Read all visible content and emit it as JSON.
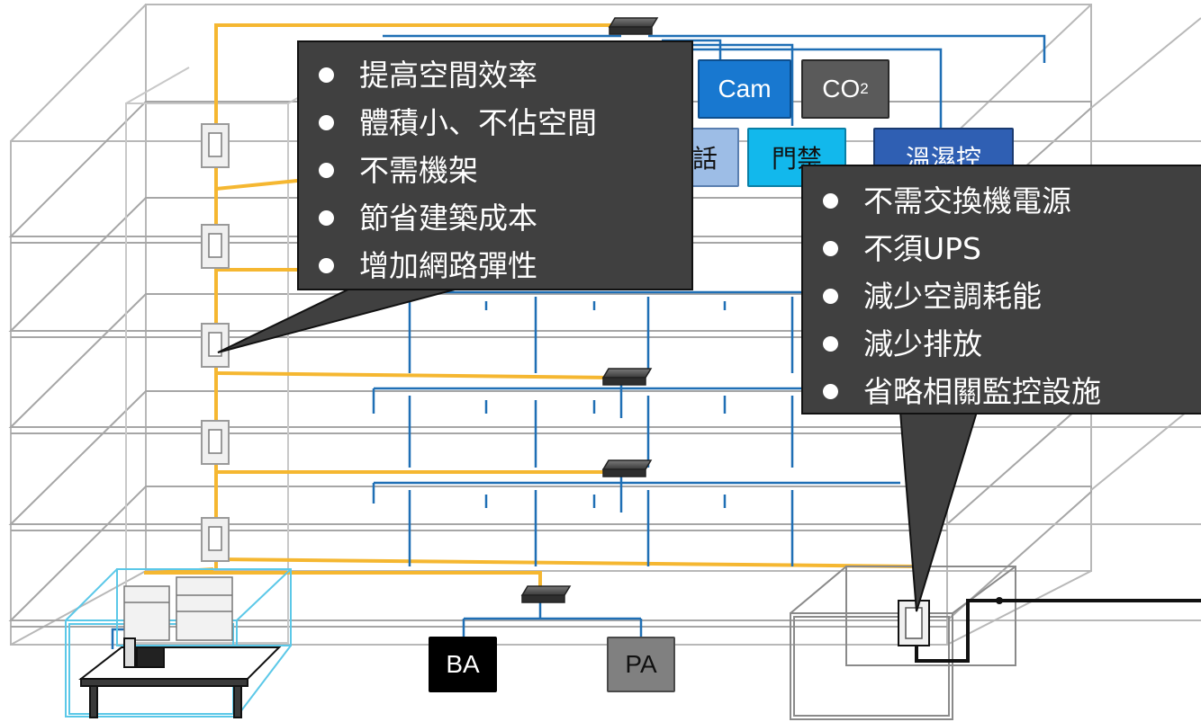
{
  "devices": {
    "cam": "Cam",
    "co2_main": "CO",
    "co2_sub": "2",
    "partial_left": "話",
    "access": "門禁",
    "humidity": "溫濕控",
    "ba": "BA",
    "pa": "PA"
  },
  "callout_left": {
    "items": [
      "提高空間效率",
      "體積小、不佔空間",
      "不需機架",
      "節省建築成本",
      "增加網路彈性"
    ]
  },
  "callout_right": {
    "items": [
      "不需交換機電源",
      "不須UPS",
      "減少空調耗能",
      "減少排放",
      "省略相關監控設施"
    ]
  },
  "colors": {
    "trunk": "#f5b731",
    "network": "#1f6fb5",
    "callout_bg": "#404040",
    "cam_box": "#1878d0",
    "co2_box": "#5a5a5a",
    "access_box": "#12b8ec",
    "humidity_box": "#2f5fb3",
    "partial_box": "#9dbde6",
    "ba_box": "#000000",
    "pa_box": "#808080"
  }
}
